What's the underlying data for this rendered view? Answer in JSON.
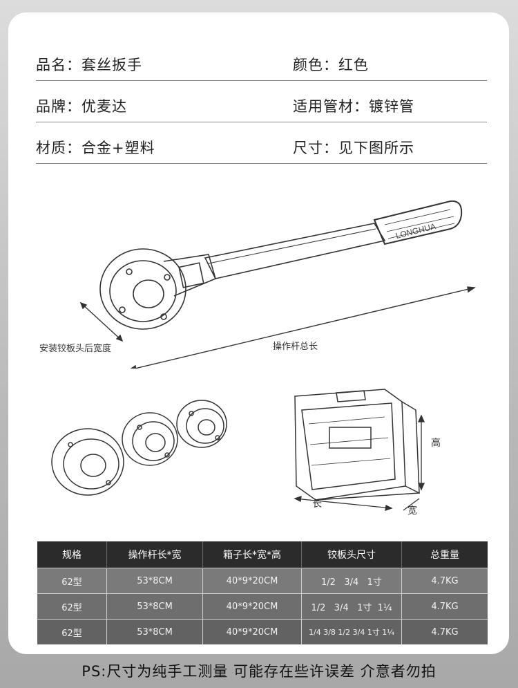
{
  "specs": [
    {
      "left": "品名：套丝扳手",
      "right": "颜色：红色"
    },
    {
      "left": "品牌：优麦达",
      "right": "适用管材：镀锌管"
    },
    {
      "left": "材质：合金+塑料",
      "right": "尺寸：见下图所示"
    }
  ],
  "diagram": {
    "head_width_label": "安装铰板头后宽度",
    "handle_length_label": "操作杆总长",
    "handle_brand_text": "LONGHUA",
    "box_height_label": "高",
    "box_length_label": "长",
    "box_width_label": "宽"
  },
  "table": {
    "headers": [
      "规格",
      "操作杆长*宽",
      "箱子长*宽*高",
      "铰板头尺寸",
      "总重量"
    ],
    "rows": [
      [
        "62型",
        "53*8CM",
        "40*9*20CM",
        "1/2   3/4   1寸",
        "4.7KG"
      ],
      [
        "62型",
        "53*8CM",
        "40*9*20CM",
        "1/2   3/4   1寸  1¼",
        "4.7KG"
      ],
      [
        "62型",
        "53*8CM",
        "40*9*20CM",
        "1/4 3/8 1/2 3/4 1寸 1¼",
        "4.7KG"
      ]
    ]
  },
  "footer": "PS:尺寸为纯手工测量 可能存在些许误差 介意者勿拍"
}
